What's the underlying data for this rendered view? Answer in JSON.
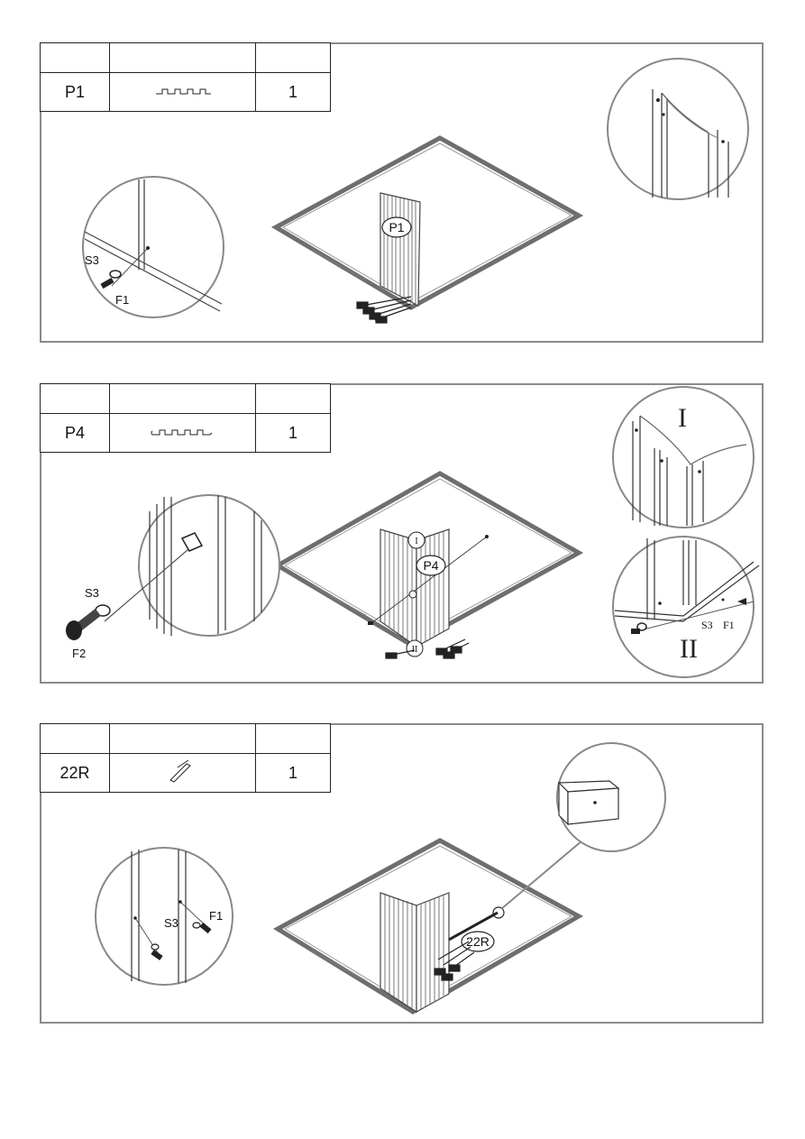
{
  "steps": [
    {
      "part": {
        "code": "P1",
        "qty": "1"
      },
      "callout": "P1",
      "labels": {
        "washer": "S3",
        "screw": "F1"
      }
    },
    {
      "part": {
        "code": "P4",
        "qty": "1"
      },
      "callout": "P4",
      "labels": {
        "washer": "S3",
        "bolt": "F2",
        "detail_washer": "S3",
        "detail_screw": "F1",
        "marker_top": "I",
        "marker_bottom": "II"
      }
    },
    {
      "part": {
        "code": "22R",
        "qty": "1"
      },
      "callout": "22R",
      "labels": {
        "washer": "S3",
        "screw": "F1"
      }
    }
  ]
}
